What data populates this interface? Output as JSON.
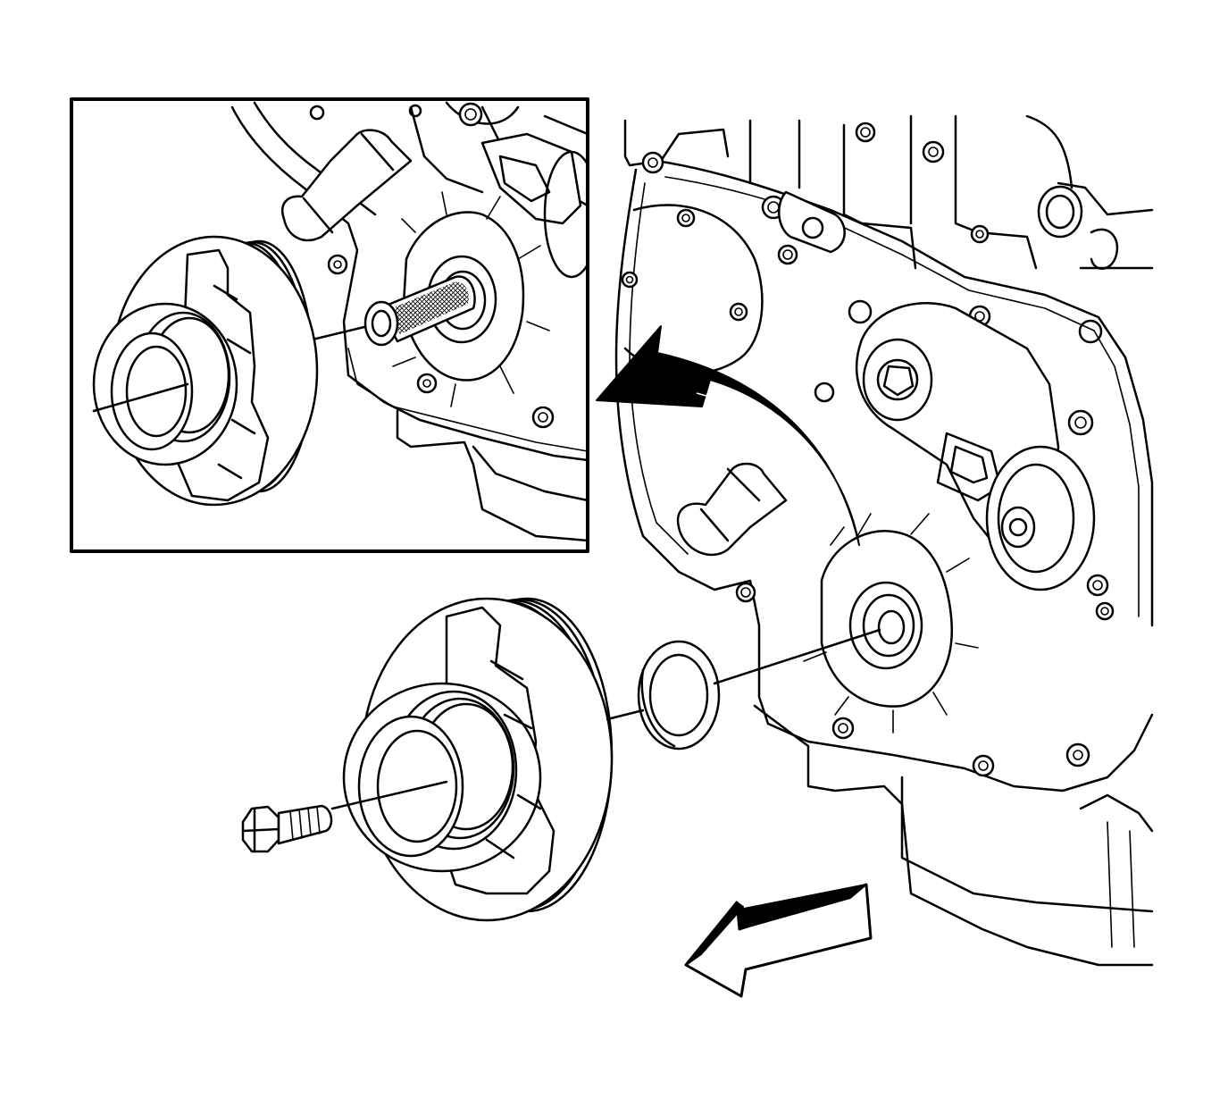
{
  "figure": {
    "caption": "",
    "colors": {
      "line": "#000000",
      "background": "#ffffff"
    },
    "icons": [
      "engine-front-cover",
      "crankshaft-balancer",
      "crankshaft-front-oil-seal",
      "balancer-bolt",
      "seal-installer-tool",
      "direction-arrow"
    ]
  }
}
